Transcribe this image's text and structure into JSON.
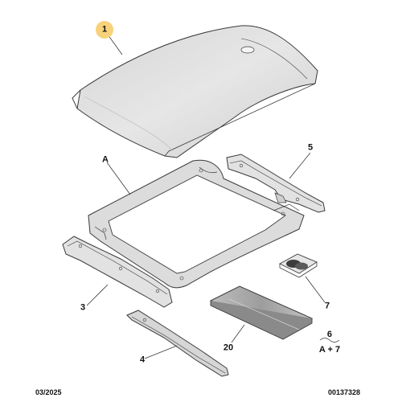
{
  "callouts": {
    "part_1": "1",
    "part_a": "A",
    "part_5": "5",
    "part_3": "3",
    "part_7": "7",
    "part_4": "4",
    "part_20": "20",
    "part_6": "6",
    "formula": "A + 7"
  },
  "footer": {
    "date": "03/2025",
    "reference": "00137328"
  },
  "colors": {
    "line": "#3a3a3a",
    "part_fill_light": "#ececec",
    "part_fill_mid": "#d8d8d8",
    "part_fill_dark": "#a8a8a8",
    "highlight": "#f7d27a"
  }
}
